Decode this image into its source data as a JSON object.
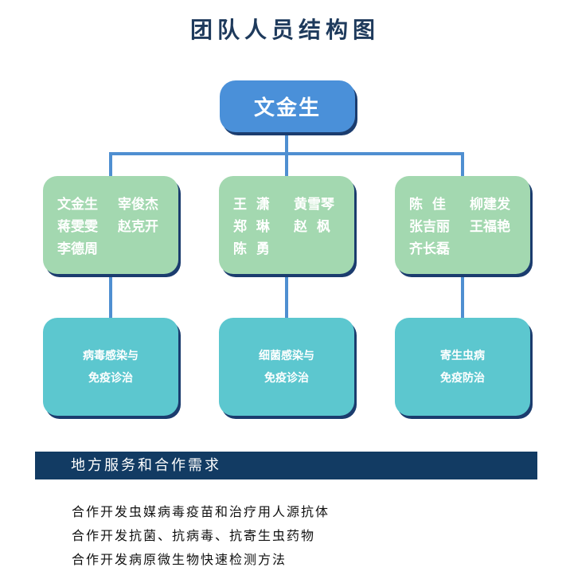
{
  "title": "团队人员结构图",
  "leader": "文金生",
  "groups": [
    {
      "members": [
        "文金生",
        "宰俊杰",
        "蒋雯雯",
        "赵克开",
        "李德周"
      ],
      "field": [
        "病毒感染与",
        "免疫诊治"
      ]
    },
    {
      "members": [
        "王  潇",
        "黄雪琴",
        "郑  琳",
        "赵  枫",
        "陈  勇"
      ],
      "field": [
        "细菌感染与",
        "免疫诊治"
      ]
    },
    {
      "members": [
        "陈  佳",
        "柳建发",
        "张吉丽",
        "王福艳",
        "齐长磊"
      ],
      "field": [
        "寄生虫病",
        "免疫防治"
      ]
    }
  ],
  "section": {
    "heading": "地方服务和合作需求",
    "items": [
      "合作开发虫媒病毒疫苗和治疗用人源抗体",
      "合作开发抗菌、抗病毒、抗寄生虫药物",
      "合作开发病原微生物快速检测方法"
    ]
  },
  "colors": {
    "leader_box": "#4a90d9",
    "member_box": "#a3d8b0",
    "field_box": "#5cc7cf",
    "connector": "#4f8fd1",
    "shadow": "#1b3c6e",
    "band": "#123b63",
    "title": "#1e3a5c"
  }
}
